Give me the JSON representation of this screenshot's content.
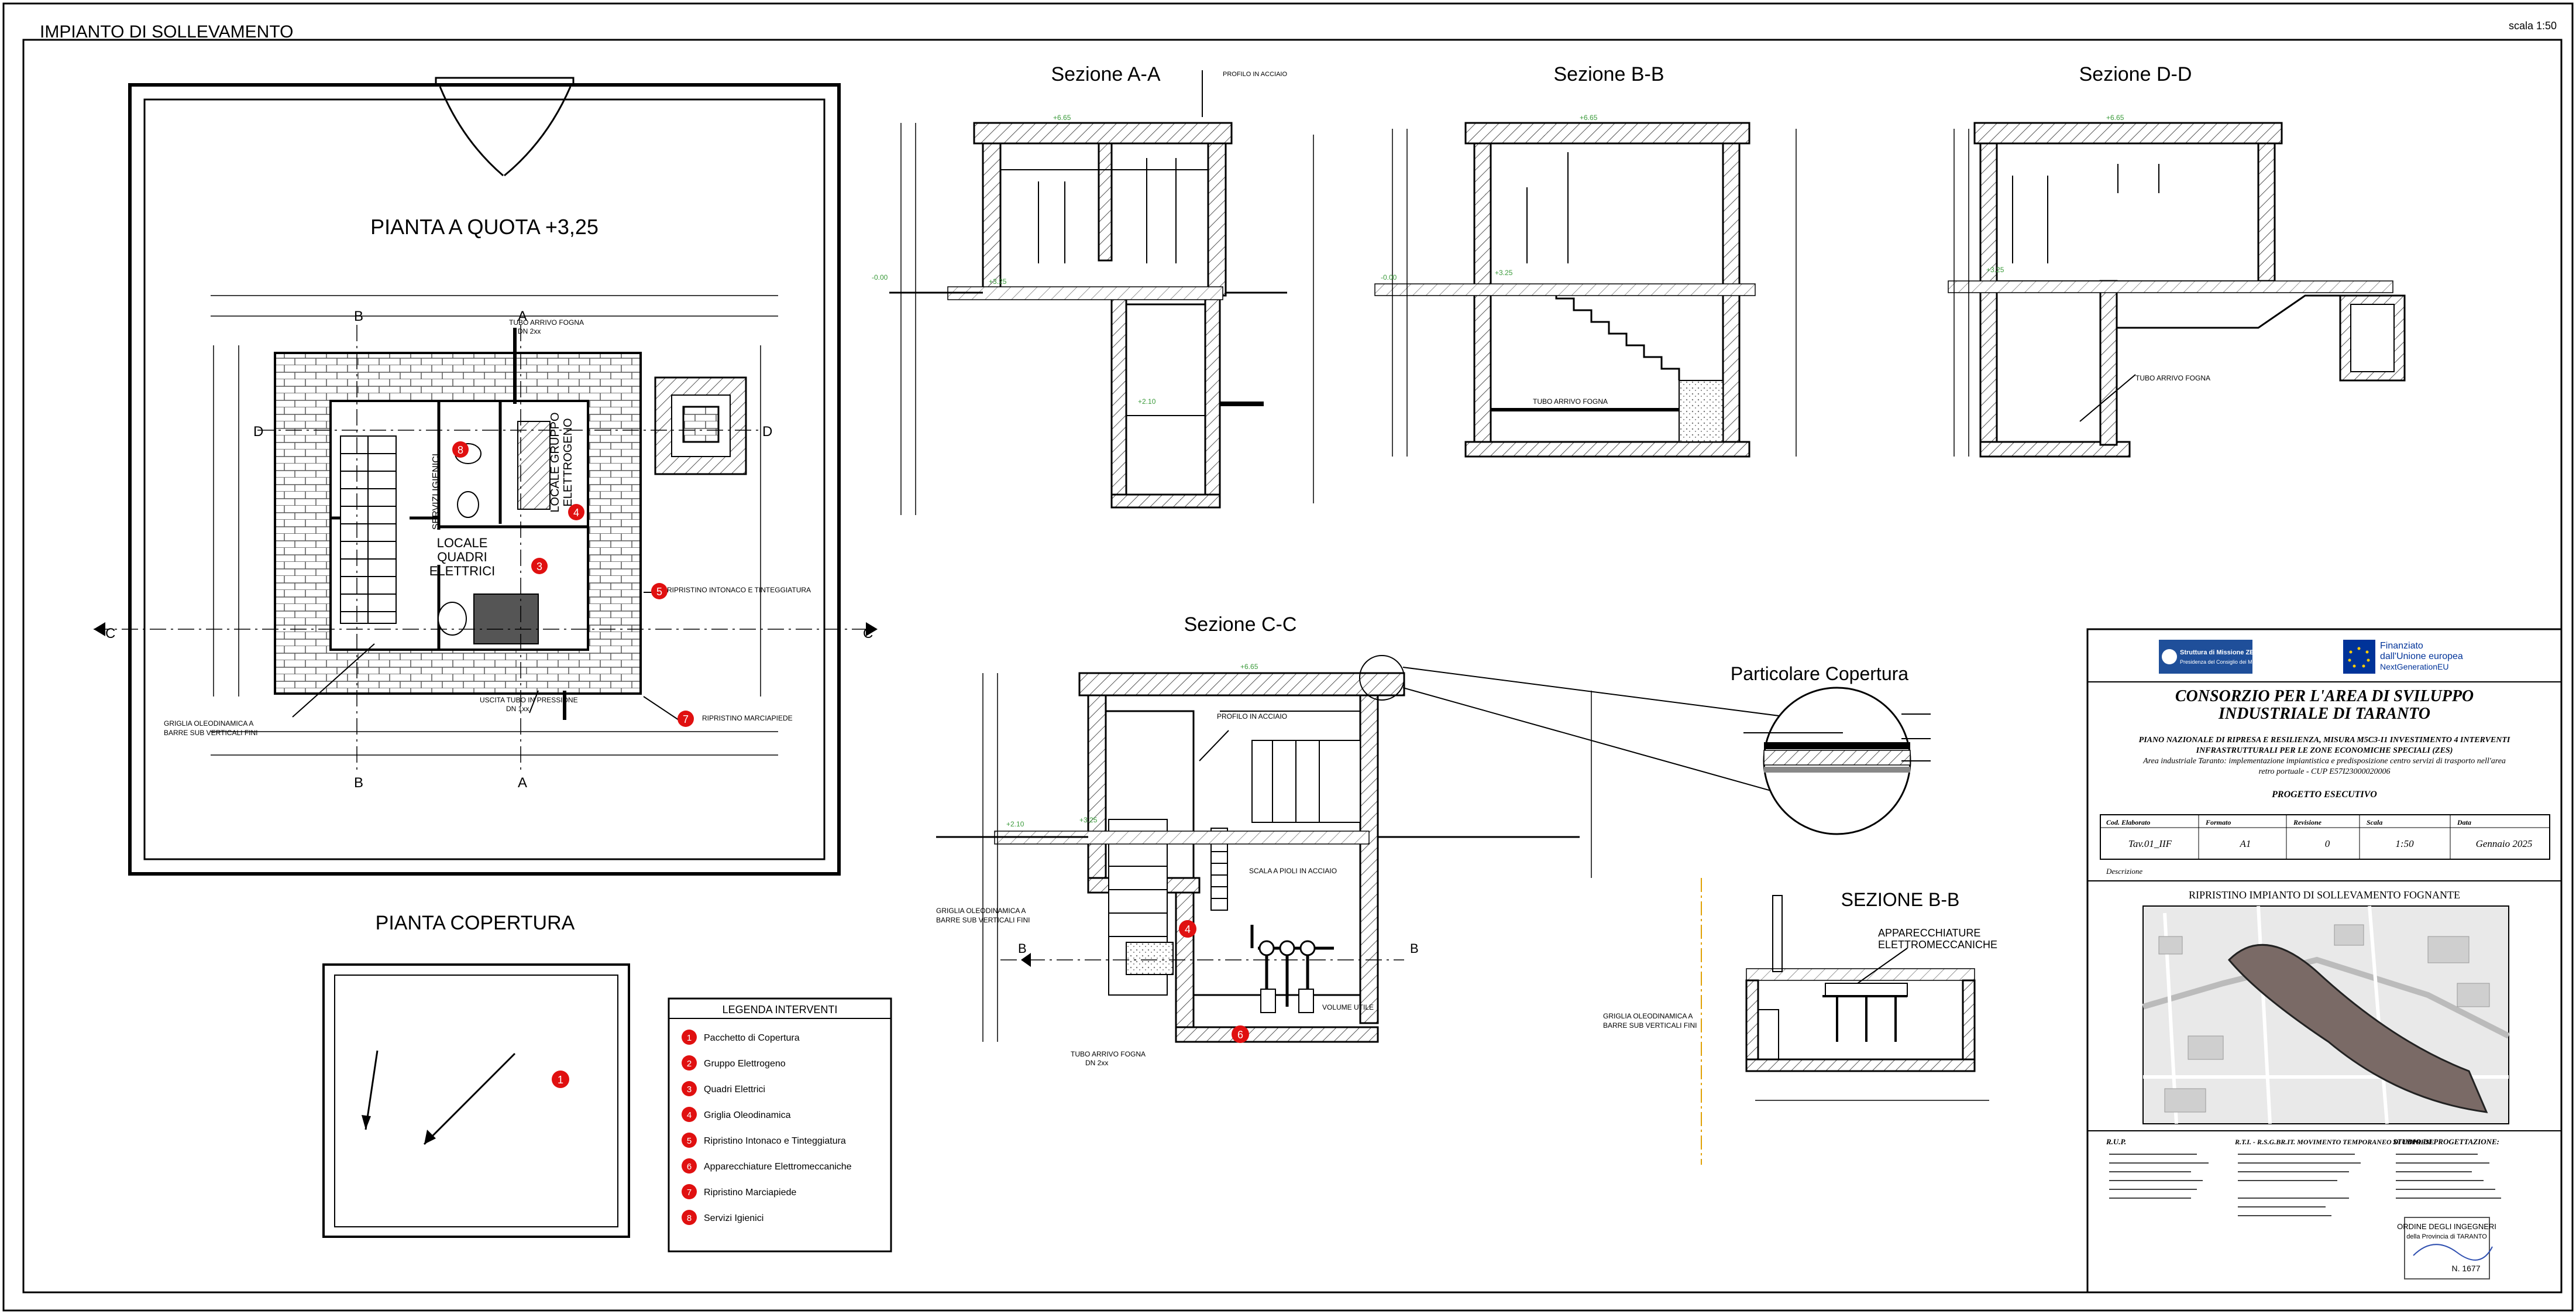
{
  "sheet": {
    "title": "IMPIANTO DI SOLLEVAMENTO",
    "scale_note": "scala 1:50"
  },
  "plan_top": {
    "title": "PIANTA A QUOTA +3,25",
    "marks": [
      "A",
      "A",
      "B",
      "B",
      "C",
      "C",
      "D",
      "D"
    ],
    "room_quadri": "LOCALE\nQUADRI\nELETTRICI",
    "room_gruppo": "LOCALE\nGRUPPO\nELETTROGENO",
    "room_servizi": "SERVIZI\nIGIENICI",
    "callouts": {
      "tubo_fogna": "TUBO ARRIVO FOGNA",
      "tubo_fogna_dn": "DN 2xx",
      "uscita_tubo": "USCITA TUBO IN PRESSIONE",
      "uscita_tubo_dn": "DN 1xx",
      "griglia_1": "GRIGLIA OLEODINAMICA A",
      "griglia_2": "BARRE SUB VERTICALI FINI",
      "ripristino_intonaco": "RIPRISTINO INTONACO E TINTEGGIATURA",
      "ripristino_marciapiede": "RIPRISTINO MARCIAPIEDE"
    }
  },
  "plan_roof": {
    "title": "PIANTA COPERTURA"
  },
  "legend": {
    "title": "LEGENDA INTERVENTI",
    "items": [
      {
        "num": "1",
        "label": "Pacchetto di Copertura"
      },
      {
        "num": "2",
        "label": "Gruppo Elettrogeno"
      },
      {
        "num": "3",
        "label": "Quadri Elettrici"
      },
      {
        "num": "4",
        "label": "Griglia Oleodinamica"
      },
      {
        "num": "5",
        "label": "Ripristino Intonaco e Tinteggiatura"
      },
      {
        "num": "6",
        "label": "Apparecchiature Elettromeccaniche"
      },
      {
        "num": "7",
        "label": "Ripristino Marciapiede"
      },
      {
        "num": "8",
        "label": "Servizi Igienici"
      }
    ]
  },
  "sections": {
    "aa": {
      "title": "Sezione A-A",
      "note": "PROFILO IN ACCIAIO"
    },
    "bb": {
      "title": "Sezione B-B",
      "note": "TUBO ARRIVO FOGNA"
    },
    "dd": {
      "title": "Sezione D-D",
      "note": "TUBO ARRIVO FOGNA"
    },
    "cc": {
      "title": "Sezione C-C",
      "note_profilo": "PROFILO IN ACCIAIO",
      "note_scala": "SCALA A PIOLI IN ACCIAIO",
      "note_griglia_1": "GRIGLIA OLEODINAMICA A",
      "note_griglia_2": "BARRE SUB VERTICALI FINI",
      "note_tubo": "TUBO ARRIVO FOGNA",
      "note_tubo_dn": "DN 2xx",
      "note_volume": "VOLUME UTILE",
      "marks": [
        "B",
        "B"
      ]
    },
    "bb2": {
      "title": "SEZIONE B-B",
      "note_app_1": "APPARECCHIATURE",
      "note_app_2": "ELETTROMECCANICHE",
      "note_griglia_1": "GRIGLIA OLEODINAMICA A",
      "note_griglia_2": "BARRE SUB VERTICALI FINI"
    },
    "roof_detail": {
      "title": "Particolare Copertura"
    }
  },
  "elevations": [
    "+6.65",
    "+3.25",
    "+3.25",
    "+2.10",
    "-0.00"
  ],
  "title_block": {
    "logo_zes_1": "Struttura di Missione ZES UNICA",
    "logo_zes_2": "Presidenza del Consiglio dei Ministri",
    "logo_eu_1": "Finanziato",
    "logo_eu_2": "dall'Unione europea",
    "logo_eu_3": "NextGenerationEU",
    "client_1": "CONSORZIO PER L'AREA DI SVILUPPO",
    "client_2": "INDUSTRIALE DI TARANTO",
    "pnrr_1": "PIANO NAZIONALE DI RIPRESA E RESILIENZA, MISURA M5C3-I1 INVESTIMENTO 4 INTERVENTI",
    "pnrr_2": "INFRASTRUTTURALI PER LE ZONE ECONOMICHE SPECIALI (ZES)",
    "pnrr_3": "Area industriale Taranto: implementazione impiantistica e predisposizione centro servizi di trasporto nell'area",
    "pnrr_4": "retro portuale - CUP E57I23000020006",
    "phase": "PROGETTO ESECUTIVO",
    "headers": [
      "Cod. Elaborato",
      "Formato",
      "Revisione",
      "Scala",
      "Data"
    ],
    "values": [
      "Tav.01_IIF",
      "A1",
      "0",
      "1:50",
      "Gennaio 2025"
    ],
    "desc_label": "Descrizione",
    "description": "RIPRISTINO IMPIANTO DI SOLLEVAMENTO FOGNANTE",
    "col1_title": "R.U.P.",
    "col2_title": "R.T.I. - R.S.G.BR.IT. MOVIMENTO TEMPORANEO DI IMPRESE",
    "col3_title": "STUDIO DI PROGETTAZIONE:",
    "stamp_1": "ORDINE DEGLI INGEGNERI",
    "stamp_2": "della Provincia di TARANTO",
    "stamp_3": "N. 1677"
  },
  "colors": {
    "callout_red": "#e01010",
    "elevation_green": "#3a9a3a",
    "zes_blue": "#1f4f9a",
    "eu_blue": "#003399",
    "eu_yellow": "#ffcc00"
  }
}
